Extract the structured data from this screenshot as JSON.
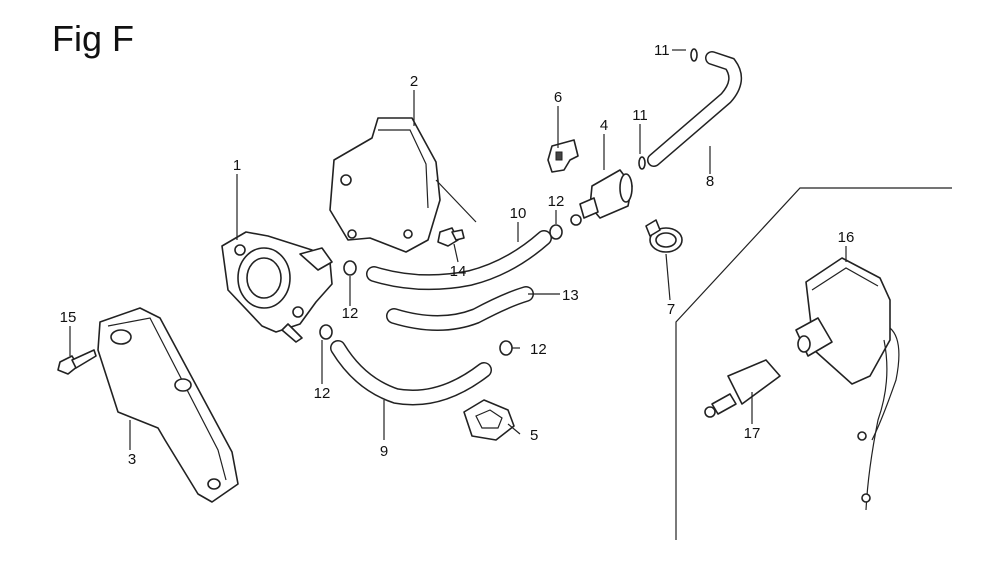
{
  "figure": {
    "title": "Fig F"
  },
  "callouts": {
    "c1": "1",
    "c2": "2",
    "c3": "3",
    "c4": "4",
    "c5": "5",
    "c6": "6",
    "c7": "7",
    "c8": "8",
    "c9": "9",
    "c10": "10",
    "c11a": "11",
    "c11b": "11",
    "c12a": "12",
    "c12b": "12",
    "c12c": "12",
    "c12d": "12",
    "c13": "13",
    "c14": "14",
    "c15": "15",
    "c16": "16",
    "c17": "17"
  }
}
